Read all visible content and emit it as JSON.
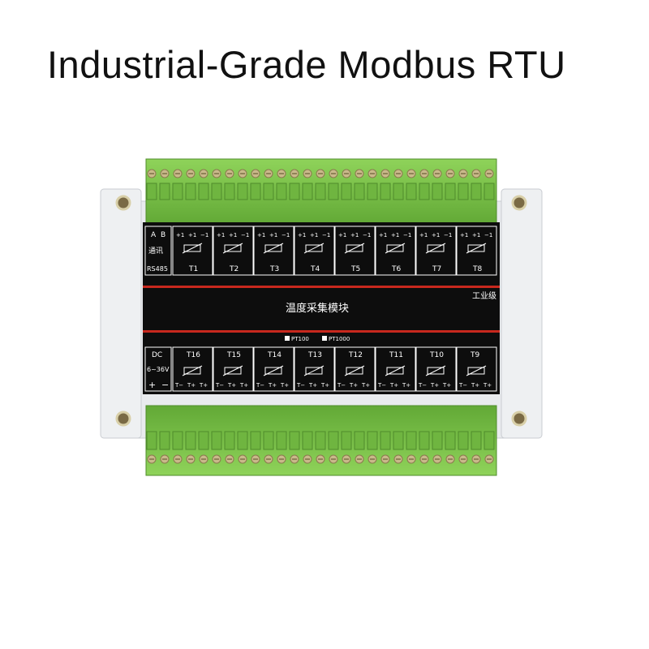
{
  "headline": "Industrial-Grade Modbus RTU",
  "panel": {
    "title": "温度采集模块",
    "grade": "工业级",
    "sensor_options": [
      "PT100",
      "PT1000"
    ],
    "rs485_label": "RS485",
    "rs485_pins": [
      "A",
      "B"
    ],
    "comm_label": "通讯",
    "power_label": "DC",
    "voltage_label": "6~36V",
    "power_pins": [
      "+",
      "−"
    ],
    "top_channels": [
      "T1",
      "T2",
      "T3",
      "T4",
      "T5",
      "T6",
      "T7",
      "T8"
    ],
    "bottom_channels": [
      "T16",
      "T15",
      "T14",
      "T13",
      "T12",
      "T11",
      "T10",
      "T9"
    ],
    "top_pin_labels": [
      "+1",
      "+1",
      "−1"
    ],
    "bottom_pin_labels": [
      "T−",
      "T+",
      "T+"
    ]
  },
  "colors": {
    "terminal_green": "#7dc24a",
    "panel_black": "#0d0d0d",
    "stripe_red": "#c8281e",
    "housing": "#eceef0"
  }
}
